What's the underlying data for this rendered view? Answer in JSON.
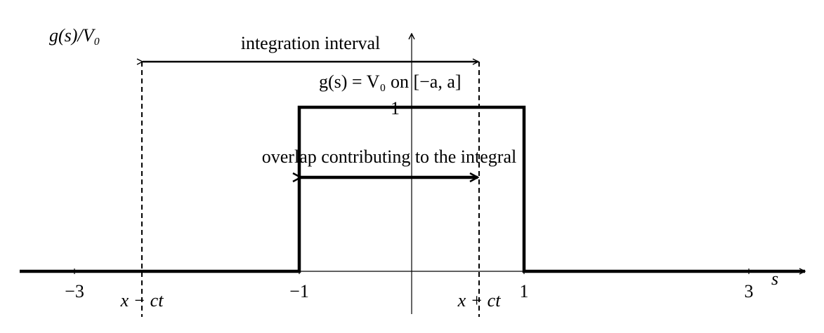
{
  "chart_data": {
    "type": "line",
    "ylabel": "g(s)/V₀",
    "xlabel": "s",
    "xlim": [
      -3.5,
      3.5
    ],
    "ylim": [
      0,
      1
    ],
    "x_ticks": [
      {
        "value": -3,
        "label": "−3"
      },
      {
        "value": -1,
        "label": "−1"
      },
      {
        "value": 1,
        "label": "1"
      },
      {
        "value": 3,
        "label": "3"
      }
    ],
    "y_ticks": [
      {
        "value": 1,
        "label": "1"
      }
    ],
    "series": [
      {
        "name": "g(s) = V₀ on [−a, a]",
        "x": [
          -3.5,
          -1,
          -1,
          1,
          1,
          3.5
        ],
        "y": [
          0,
          0,
          1,
          1,
          0,
          0
        ]
      }
    ],
    "markers": [
      {
        "value": -2.4,
        "label": "x − ct"
      },
      {
        "value": 0.6,
        "label": "x + ct"
      }
    ],
    "annotations": {
      "integration_interval": {
        "label": "integration interval",
        "from": -2.4,
        "to": 0.6
      },
      "overlap": {
        "label": "overlap contributing to the integral",
        "from": -1,
        "to": 0.6
      }
    }
  }
}
